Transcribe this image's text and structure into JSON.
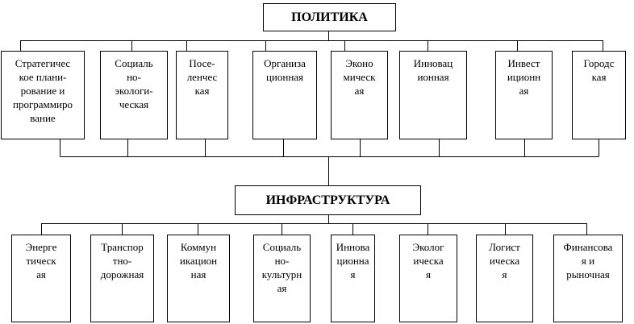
{
  "top": {
    "title": "ПОЛИТИКА",
    "items": [
      "Стратегичес\nкое плани-\nрование и\nпрограммиро\nвание",
      "Социаль\nно-\nэкологи-\nческая",
      "Посе-\nленчес\nкая",
      "Организа\nционная",
      "Эконо\nмическ\nая",
      "Инновац\nионная",
      "Инвест\nиционн\nая",
      "Городс\nкая"
    ]
  },
  "bottom": {
    "title": "ИНФРАСТРУКТУРА",
    "items": [
      "Энерге\nтическ\nая",
      "Транспор\nтно-\nдорожная",
      "Коммун\nикацион\nная",
      "Социаль\nно-\nкультурн\nая",
      "Иннова\nционна\nя",
      "Эколог\nическа\nя",
      "Логист\nическа\nя",
      "Финансова\nя и\nрыночная"
    ]
  }
}
